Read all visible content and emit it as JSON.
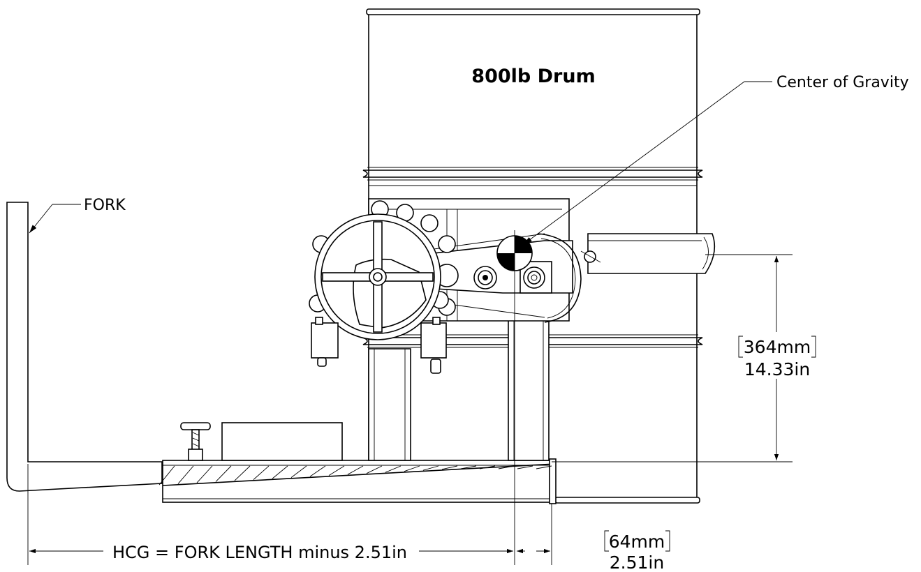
{
  "labels": {
    "drum_title": "800lb Drum",
    "center_of_gravity": "Center of Gravity",
    "fork": "FORK",
    "height_mm": "364mm",
    "height_in": "14.33in",
    "offset_mm": "64mm",
    "offset_in": "2.51in",
    "hcg_formula": "HCG = FORK LENGTH minus 2.51in"
  },
  "colors": {
    "line": "#000000",
    "background": "#ffffff"
  }
}
